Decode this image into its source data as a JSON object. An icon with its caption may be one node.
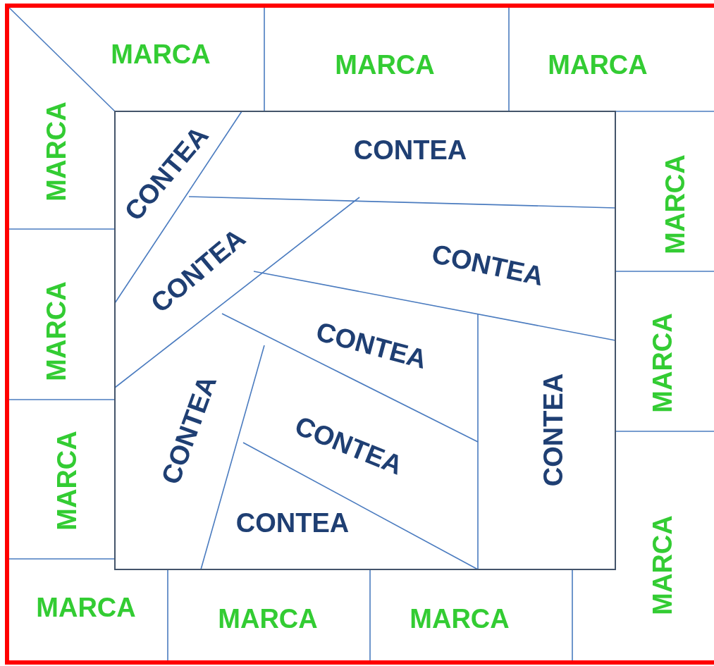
{
  "diagram": {
    "nodes": [
      {
        "text": [
          "MARCA"
        ]
      },
      {
        "text": [
          "MARCA"
        ]
      },
      {
        "text": [
          "MARCA"
        ]
      },
      {
        "text": [
          "MARCA"
        ]
      },
      {
        "text": [
          "CONTEA"
        ]
      },
      {
        "text": [
          "CONTEA"
        ]
      },
      {
        "text": [
          "MARCA"
        ]
      },
      {
        "text": [
          "CONTEA"
        ]
      },
      {
        "text": [
          "CONTEA"
        ]
      },
      {
        "text": [
          "MARCA"
        ]
      },
      {
        "text": [
          "CONTEA"
        ]
      },
      {
        "text": [
          "MARCA"
        ]
      },
      {
        "text": [
          "CONTEA"
        ]
      },
      {
        "text": [
          "CONTEA"
        ]
      },
      {
        "text": [
          "CONTEA"
        ]
      },
      {
        "text": [
          "MARCA"
        ]
      },
      {
        "text": [
          "CONTEA"
        ]
      },
      {
        "text": [
          "MARCA"
        ]
      },
      {
        "text": [
          "MARCA"
        ]
      },
      {
        "text": [
          "MARCA"
        ]
      },
      {
        "text": [
          "MARCA"
        ]
      }
    ]
  }
}
